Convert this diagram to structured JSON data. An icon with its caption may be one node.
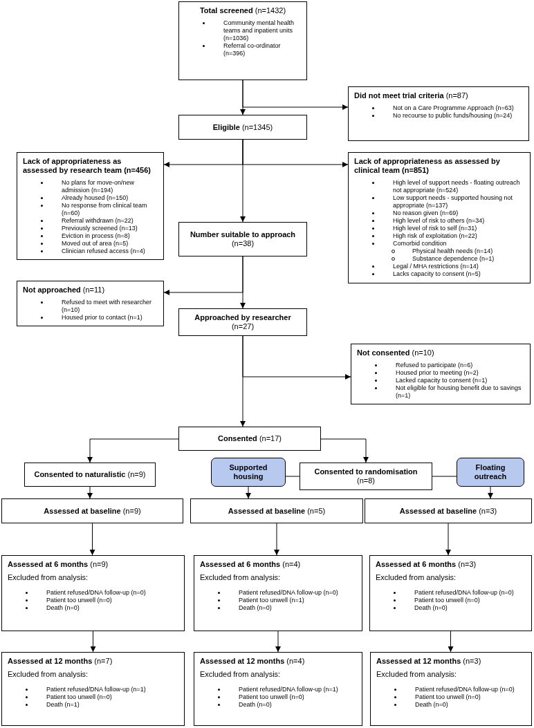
{
  "diagram": {
    "nodes": [
      {
        "text": [
          "**Total screened** (n=1432)",
          "Community mental health teams and inpatient units (n=1036)",
          "Referral co-ordinator (n=396)"
        ]
      },
      {
        "text": [
          "**Did not meet trial criteria** (n=87)",
          "Not on a Care Programme Approach (n=63)",
          "No recourse to public funds/housing (n=24)"
        ]
      },
      {
        "text": [
          "**Eligible** (n=1345)"
        ]
      },
      {
        "text": [
          "Lack of appropriateness as assessed by research team (n=456)",
          "No plans for move-on/new admission (n=194)",
          "Already housed (n=150)",
          "No response from clinical team (n=60)",
          "Referral withdrawn (n=22)",
          "Previously screened (n=13)",
          "Eviction in process (n=8)",
          "Moved out of area (n=5)",
          "Clinician refused access (n=4)"
        ]
      },
      {
        "text": [
          "Lack of appropriateness as assessed by clinical team (n=851)",
          "High level of support needs - floating outreach not appropriate (n=524)",
          "Low support needs - supported housing not appropriate (n=137)",
          "No reason given (n=69)",
          "High level of risk to others (n=34)",
          "High level of risk to self (n=31)",
          "High risk of exploitation (n=22)",
          "Comorbid condition",
          "Physical health needs (n=14)",
          "Substance dependence (n=1)",
          "Legal / MHA restrictions (n=14)",
          "Lacks capacity to consent (n=5)"
        ]
      },
      {
        "text": [
          "**Number suitable to approach** (n=38)"
        ]
      },
      {
        "text": [
          "**Not approached** (n=11)",
          "Refused to meet with researcher (n=10)",
          "Housed prior to contact (n=1)"
        ]
      },
      {
        "text": [
          "**Approached by researcher** (n=27)"
        ]
      },
      {
        "text": [
          "**Not consented** (n=10)",
          "Refused to participate (n=6)",
          "Housed prior to meeting (n=2)",
          "Lacked capacity to consent (n=1)",
          "Not eligible for housing benefit due to savings (n=1)"
        ]
      },
      {
        "text": [
          "**Consented** (n=17)"
        ]
      },
      {
        "text": [
          "**Consented to naturalistic** (n=9)"
        ]
      },
      {
        "text": [
          "Supported housing"
        ]
      },
      {
        "text": [
          "**Consented to randomisation** (n=8)"
        ]
      },
      {
        "text": [
          "Floating outreach"
        ]
      },
      {
        "text": [
          "**Assessed at baseline** (n=9)"
        ]
      },
      {
        "text": [
          "**Assessed at baseline** (n=5)"
        ]
      },
      {
        "text": [
          "**Assessed at baseline** (n=3)"
        ]
      },
      {
        "text": [
          "**Assessed at 6 months** (n=9)",
          "Excluded from analysis:",
          "Patient refused/DNA follow-up (n=0)",
          "Patient too unwell (n=0)",
          "Death (n=0)"
        ]
      },
      {
        "text": [
          "**Assessed at 6 months** (n=4)",
          "Excluded from analysis:",
          "Patient refused/DNA follow-up (n=0)",
          "Patient too unwell (n=1)",
          "Death (n=0)"
        ]
      },
      {
        "text": [
          "**Assessed at 6 months** (n=3)",
          "Excluded from analysis:",
          "Patient refused/DNA follow-up (n=0)",
          "Patient too unwell (n=0)",
          "Death (n=0)"
        ]
      },
      {
        "text": [
          "**Assessed at 12 months** (n=7)",
          "Excluded from analysis:",
          "Patient refused/DNA follow-up (n=1)",
          "Patient too unwell (n=0)",
          "Death (n=1)"
        ]
      },
      {
        "text": [
          "**Assessed at 12 months** (n=4)",
          "Excluded from analysis:",
          "Patient refused/DNA follow-up (n=1)",
          "Patient too unwell (n=0)",
          "Death (n=0)"
        ]
      },
      {
        "text": [
          "**Assessed at 12 months** (n=3)",
          "Excluded from analysis:",
          "Patient refused/DNA follow-up (n=0)",
          "Patient too unwell (n=0)",
          "Death (n=0)"
        ]
      }
    ],
    "edges": [
      {
        "from": 0,
        "to": 1,
        "arrow": "to"
      },
      {
        "from": 0,
        "to": 2,
        "arrow": "to"
      },
      {
        "from": 2,
        "to": 3,
        "arrow": "to"
      },
      {
        "from": 2,
        "to": 4,
        "arrow": "to"
      },
      {
        "from": 2,
        "to": 5,
        "arrow": "to"
      },
      {
        "from": 5,
        "to": 6,
        "arrow": "to"
      },
      {
        "from": 5,
        "to": 7,
        "arrow": "to"
      },
      {
        "from": 7,
        "to": 8,
        "arrow": "to"
      },
      {
        "from": 7,
        "to": 9,
        "arrow": "to"
      },
      {
        "from": 9,
        "to": 10,
        "arrow": "to"
      },
      {
        "from": 9,
        "to": 12,
        "arrow": "to"
      },
      {
        "from": 12,
        "to": 11,
        "arrow": "none"
      },
      {
        "from": 12,
        "to": 13,
        "arrow": "none"
      },
      {
        "from": 10,
        "to": 14,
        "arrow": "to"
      },
      {
        "from": 11,
        "to": 15,
        "arrow": "to"
      },
      {
        "from": 13,
        "to": 16,
        "arrow": "to"
      },
      {
        "from": 14,
        "to": 17,
        "arrow": "to"
      },
      {
        "from": 15,
        "to": 18,
        "arrow": "to"
      },
      {
        "from": 16,
        "to": 19,
        "arrow": "to"
      },
      {
        "from": 17,
        "to": 20,
        "arrow": "to"
      },
      {
        "from": 18,
        "to": 21,
        "arrow": "to"
      },
      {
        "from": 19,
        "to": 22,
        "arrow": "to"
      }
    ]
  }
}
